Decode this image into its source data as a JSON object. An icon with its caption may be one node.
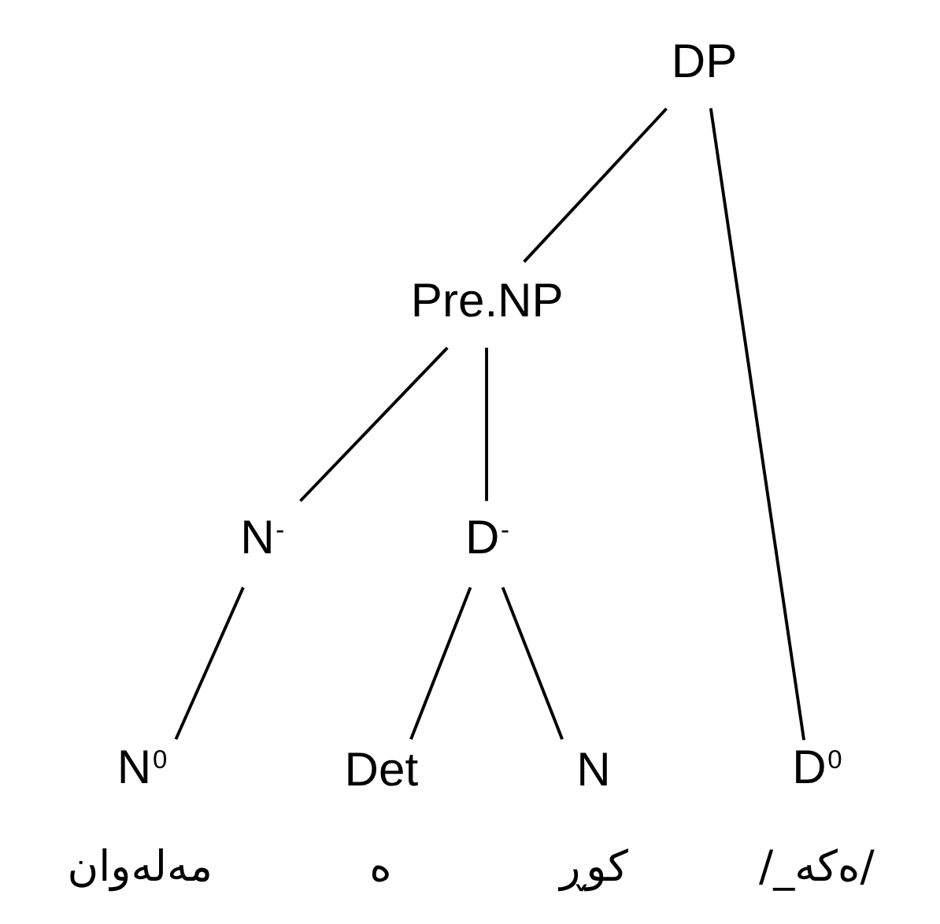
{
  "diagram": {
    "nodes": [
      {
        "text": [
          "DP"
        ]
      },
      {
        "text": [
          "Pre.NP"
        ]
      },
      {
        "text": [
          "N$^{-}$"
        ]
      },
      {
        "text": [
          "D$^{-}$"
        ]
      },
      {
        "text": [
          "D$^{0}$"
        ],
        "beside": [
          "/_ەکە/"
        ]
      },
      {
        "text": [
          "N$^{0}$"
        ],
        "beside": [
          "مەلەوان"
        ]
      },
      {
        "text": [
          "Det"
        ],
        "beside": [
          "ە"
        ]
      },
      {
        "text": [
          "N"
        ],
        "beside": [
          "کوڕ"
        ]
      }
    ],
    "edges": [
      {
        "from": 0,
        "to": 4,
        "arrow": "none"
      },
      {
        "from": 0,
        "to": 1,
        "arrow": "none"
      },
      {
        "from": 1,
        "to": 2,
        "arrow": "none"
      },
      {
        "from": 1,
        "to": 3,
        "arrow": "none"
      },
      {
        "from": 2,
        "to": 5,
        "arrow": "none"
      },
      {
        "from": 3,
        "to": 6,
        "arrow": "none"
      },
      {
        "from": 3,
        "to": 7,
        "arrow": "none"
      }
    ]
  }
}
